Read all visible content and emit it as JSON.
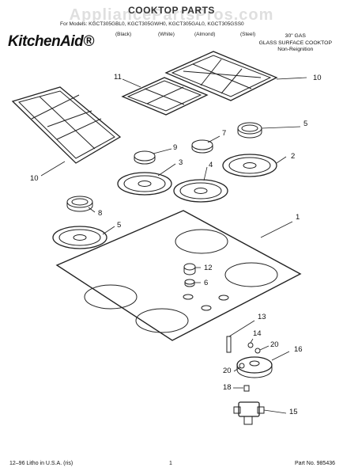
{
  "header": {
    "title": "COOKTOP PARTS",
    "watermark": "AppliancePartsPros.com",
    "models_line": "For Models: KGCT305GBL0, KGCT305GWH0, KGCT305GAL0, KGCT305GSS0",
    "colors": [
      "(Black)",
      "(White)",
      "(Almond)",
      "(Steel)"
    ],
    "brand": "KitchenAid®",
    "description": [
      "30\" GAS",
      "GLASS SURFACE COOKTOP",
      "Non-Reignition"
    ]
  },
  "callouts": [
    "1",
    "2",
    "3",
    "4",
    "5",
    "5",
    "6",
    "7",
    "8",
    "9",
    "10",
    "10",
    "11",
    "12",
    "13",
    "14",
    "15",
    "16",
    "18",
    "20"
  ],
  "footer": {
    "left": "12–96 Litho in U.S.A. (ris)",
    "page": "1",
    "part": "Part No. 985436"
  },
  "colors": {
    "line": "#222222",
    "text": "#111111"
  }
}
